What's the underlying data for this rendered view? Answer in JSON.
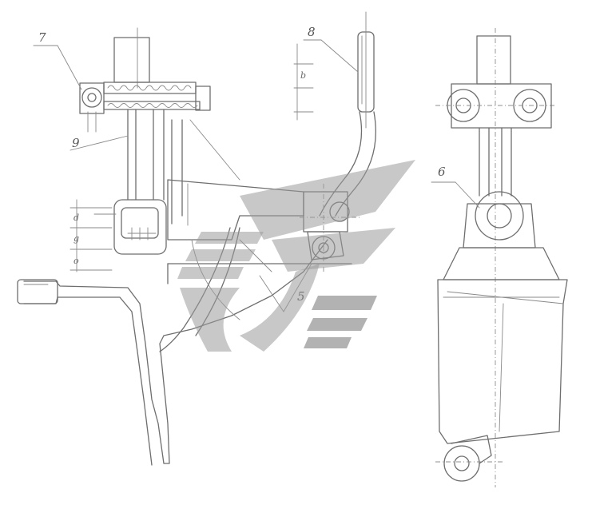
{
  "callouts": {
    "part_7": "7",
    "part_8": "8",
    "part_6": "6",
    "part_5": "5",
    "part_9": "9"
  },
  "dimension_marks": [
    "d",
    "g",
    "o",
    "b"
  ],
  "watermark": {
    "logo_name": "watermark-logo",
    "color": "#8c8c8c"
  }
}
